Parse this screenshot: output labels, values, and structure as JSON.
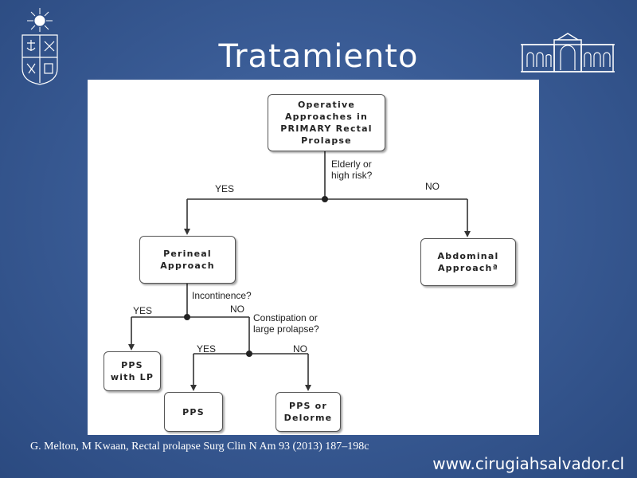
{
  "slide": {
    "title": "Tratamiento",
    "citation": "G. Melton, M Kwaan, Rectal prolapse Surg Clin N Am 93 (2013) 187–198c",
    "website": "www.cirugiahsalvador.cl"
  },
  "flowchart": {
    "nodes": {
      "root": "Operative\nApproaches in\nPRIMARY Rectal\nProlapse",
      "perineal": "Perineal\nApproach",
      "abdominal": "Abdominal\nApproachª",
      "pps_lp": "PPS\nwith LP",
      "pps": "PPS",
      "pps_delorme": "PPS or\nDelorme"
    },
    "labels": {
      "q1": "Elderly or\nhigh risk?",
      "q1_yes": "YES",
      "q1_no": "NO",
      "q2": "Incontinence?",
      "q2_yes": "YES",
      "q2_no": "NO",
      "q3": "Constipation or\nlarge prolapse?",
      "q3_yes": "YES",
      "q3_no": "NO"
    }
  },
  "colors": {
    "background": "#3a5c96",
    "panel": "#ffffff",
    "line": "#333333"
  }
}
